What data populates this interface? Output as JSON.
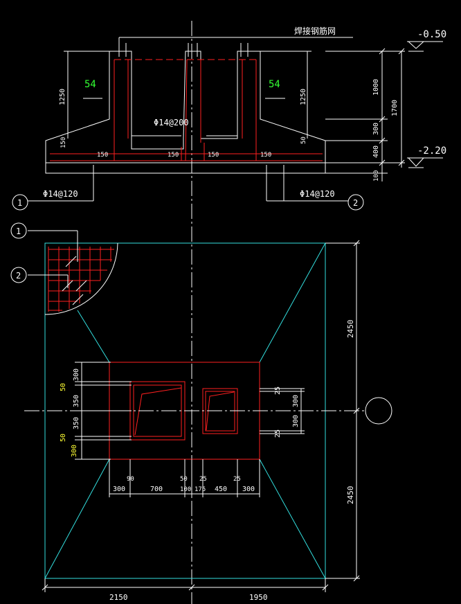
{
  "colors": {
    "background": "#000000",
    "outline": "#ffffff",
    "rebar": "#ff2020",
    "pad_edge": "#33e0e0",
    "annotation_green": "#33ff33",
    "annotation_yellow": "#ffff33",
    "centerline": "#ffffff"
  },
  "section": {
    "mesh_note": "焊接钢筋网",
    "elev_top": "-0.50",
    "elev_bottom": "-2.20",
    "left_tag": "54",
    "right_tag": "54",
    "rebar_top": "Φ14@200",
    "rebar_left": "Φ14@120",
    "rebar_right": "Φ14@120",
    "callout_left_no": "1",
    "callout_right_no": "2",
    "dim_left_height": "1250",
    "dim_right_height": "1250",
    "dim_left_150": "150",
    "dim_right_50": "50",
    "dim_bottom_150a": "150",
    "dim_bottom_150b": "150",
    "dim_bottom_150c": "150",
    "dim_bottom_150d": "150",
    "dim_right_1000": "1000",
    "dim_right_300": "300",
    "dim_right_400": "400",
    "dim_right_100": "100",
    "dim_right_total": "1700"
  },
  "plan": {
    "callout_1": "1",
    "callout_2": "2",
    "dim_left_300a": "300",
    "dim_left_50a": "50",
    "dim_left_350a": "350",
    "dim_left_350b": "350",
    "dim_left_50b": "50",
    "dim_left_300b": "300",
    "dim_right_25a": "25",
    "dim_right_300a": "300",
    "dim_right_300b": "300",
    "dim_right_25b": "25",
    "dim_bottom_top": [
      "90",
      "50",
      "25",
      "25"
    ],
    "dim_bottom_row": [
      "300",
      "700",
      "100",
      "175",
      "450",
      "300"
    ],
    "dim_height_top": "2450",
    "dim_height_bottom": "2450",
    "dim_width_left": "2150",
    "dim_width_right": "1950"
  }
}
